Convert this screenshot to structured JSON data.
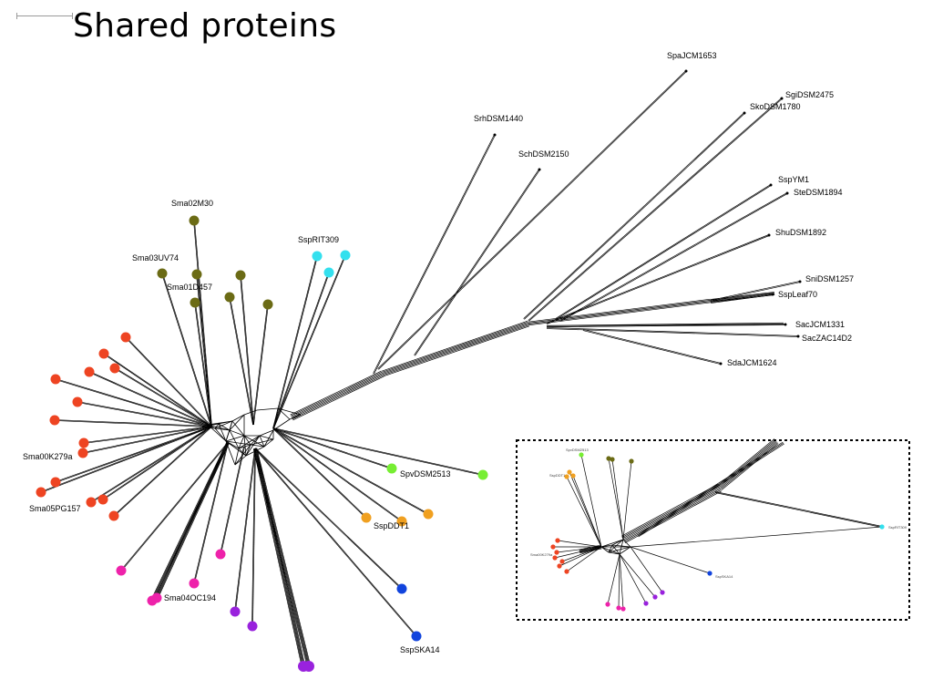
{
  "slide": {
    "title": "Shared proteins"
  },
  "colors": {
    "edge": "#000000",
    "red": "#ee4422",
    "olive": "#6b6b15",
    "cyan": "#33e0ee",
    "green": "#77ee33",
    "orange": "#f0a020",
    "blue": "#1144dd",
    "magenta": "#ee22aa",
    "purple": "#9922dd"
  },
  "taxa_labels": [
    "SpaJCM1653",
    "SgiDSM2475",
    "SkoDSM1780",
    "SrhDSM1440",
    "SchDSM2150",
    "SspYM1",
    "SteDSM1894",
    "ShuDSM1892",
    "SniDSM1257",
    "SspLeaf70",
    "SacJCM1331",
    "SacZAC14D2",
    "SdaJCM1624",
    "Sma02M30",
    "SspRIT309",
    "Sma03UV74",
    "Sma01D457",
    "Sma00K279a",
    "Sma05PG157",
    "SpvDSM2513",
    "SspDDT1",
    "Sma04OC194",
    "SspSKA14"
  ],
  "inset": {
    "labels": [
      "SpvDSM2513",
      "SspDDT1",
      "Sma00K279a",
      "SspSKA14",
      "SspRIT309"
    ]
  }
}
